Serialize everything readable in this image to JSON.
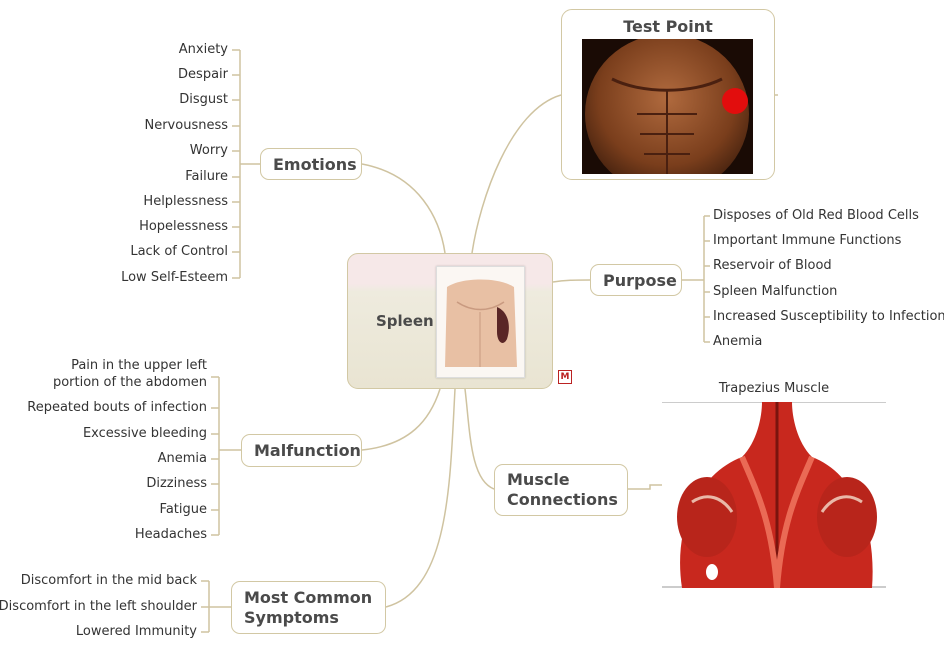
{
  "center": {
    "label": "Spleen"
  },
  "test_point": {
    "title": "Test Point"
  },
  "emotions": {
    "label": "Emotions",
    "items": [
      "Anxiety",
      "Despair",
      "Disgust",
      "Nervousness",
      "Worry",
      "Failure",
      "Helplessness",
      "Hopelessness",
      "Lack of Control",
      "Low Self-Esteem"
    ]
  },
  "purpose": {
    "label": "Purpose",
    "items": [
      "Disposes of Old Red Blood Cells",
      "Important Immune Functions",
      "Reservoir of Blood",
      "Spleen Malfunction",
      "Increased Susceptibility to Infection",
      "Anemia"
    ]
  },
  "malfunction": {
    "label": "Malfunction",
    "items": [
      "Pain in the upper left",
      "portion of the abdomen",
      "Repeated bouts of infection",
      "Excessive bleeding",
      "Anemia",
      "Dizziness",
      "Fatigue",
      "Headaches"
    ]
  },
  "muscle": {
    "label_line1": "Muscle",
    "label_line2": "Connections",
    "image_title": "Trapezius Muscle"
  },
  "symptoms": {
    "label_line1": "Most Common",
    "label_line2": "Symptoms",
    "items": [
      "Discomfort in the mid back",
      "Discomfort in the left shoulder",
      "Lowered Immunity"
    ]
  },
  "colors": {
    "branch": "#cfc3a0",
    "node_border": "#d2c8a4",
    "muscle_red": "#c8281e",
    "skin": "#8b4a2a"
  }
}
